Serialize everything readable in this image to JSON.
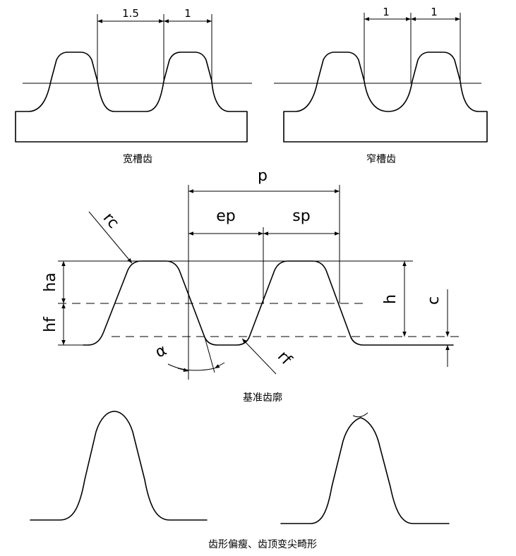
{
  "diagrams": {
    "wide_slot": {
      "caption": "宽槽齿",
      "dim_left": "1.5",
      "dim_right": "1"
    },
    "narrow_slot": {
      "caption": "窄槽齿",
      "dim_left": "1",
      "dim_right": "1"
    },
    "basic_profile": {
      "caption": "基准齿廓",
      "labels": {
        "pitch": "p",
        "tooth_thickness": "ep",
        "space_width": "sp",
        "tip_radius": "rc",
        "root_radius": "rf",
        "addendum": "ha",
        "dedendum": "hf",
        "tooth_height": "h",
        "clearance": "c",
        "pressure_angle": "α"
      }
    },
    "deformed_profiles": {
      "caption": "齿形偏瘦、齿顶变尖畸形"
    }
  },
  "colors": {
    "line": "#000000",
    "background": "#ffffff"
  }
}
